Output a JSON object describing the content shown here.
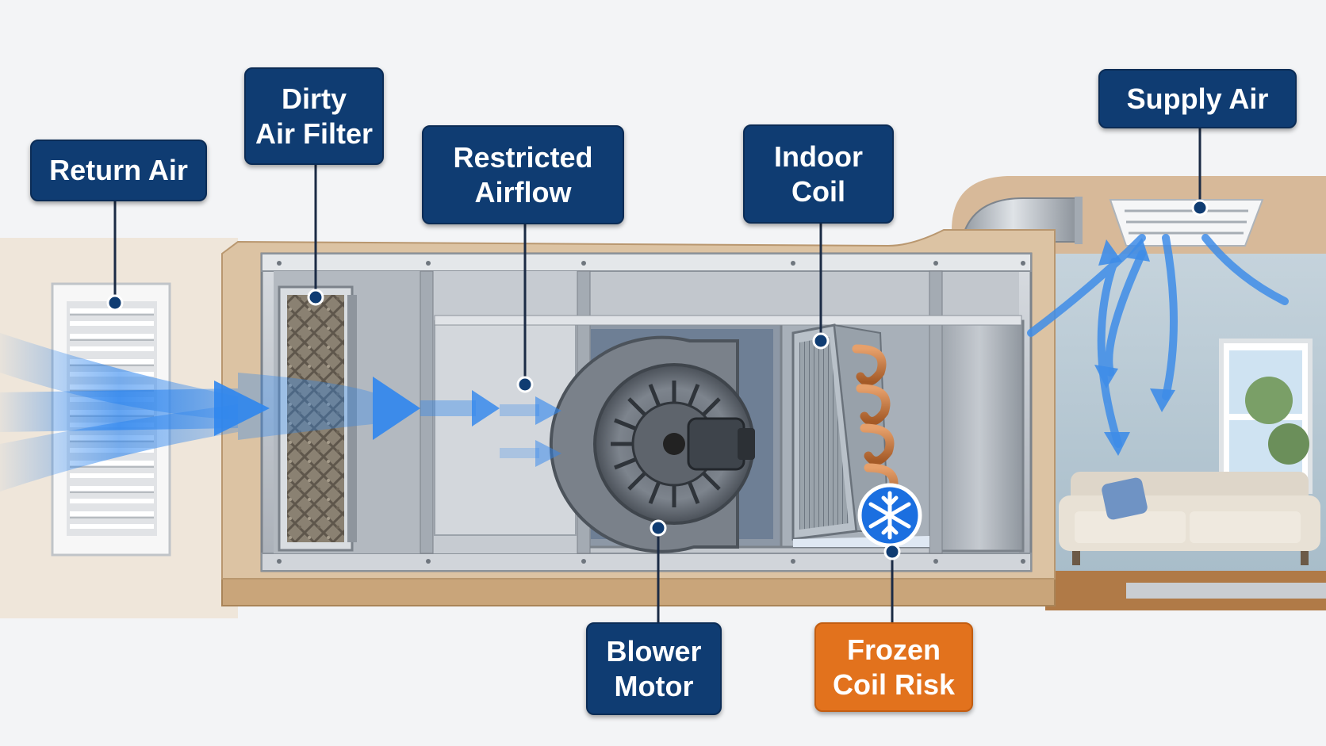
{
  "labels": {
    "return_air": "Return Air",
    "dirty_air_filter": "Dirty\nAir Filter",
    "restricted_airflow": "Restricted\nAirflow",
    "indoor_coil": "Indoor\nCoil",
    "supply_air": "Supply Air",
    "blower_motor": "Blower\nMotor",
    "frozen_coil_risk": "Frozen\nCoil Risk"
  },
  "colors": {
    "label_navy": "#0f3c72",
    "label_orange": "#e2721d",
    "airflow_blue": "#2f86ee",
    "cabinet_steel": "#b9bec5",
    "copper": "#c7783f",
    "frost_badge": "#1b6fe0"
  },
  "icons": {
    "frost": "snowflake-icon"
  }
}
